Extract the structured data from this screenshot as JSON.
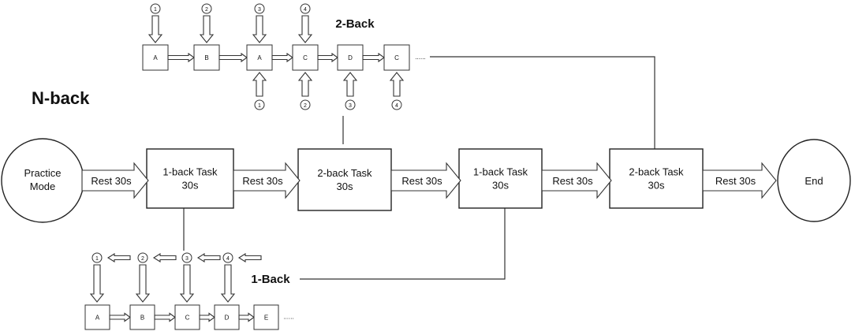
{
  "title": "N-back",
  "main_flow": {
    "start_label": [
      "Practice",
      "Mode"
    ],
    "end_label": "End",
    "rest_label": "Rest 30s",
    "tasks": [
      {
        "name": "1-back Task",
        "duration": "30s"
      },
      {
        "name": "2-back Task",
        "duration": "30s"
      },
      {
        "name": "1-back Task",
        "duration": "30s"
      },
      {
        "name": "2-back Task",
        "duration": "30s"
      }
    ]
  },
  "two_back": {
    "label": "2-Back",
    "letters": [
      "A",
      "B",
      "A",
      "C",
      "D",
      "C"
    ],
    "top_numbers": [
      "1",
      "2",
      "3",
      "4"
    ],
    "bottom_numbers": [
      "1",
      "2",
      "3",
      "4"
    ],
    "ellipsis": "......"
  },
  "one_back": {
    "label": "1-Back",
    "letters": [
      "A",
      "B",
      "C",
      "D",
      "E"
    ],
    "numbers": [
      "1",
      "2",
      "3",
      "4"
    ],
    "ellipsis": "......"
  }
}
